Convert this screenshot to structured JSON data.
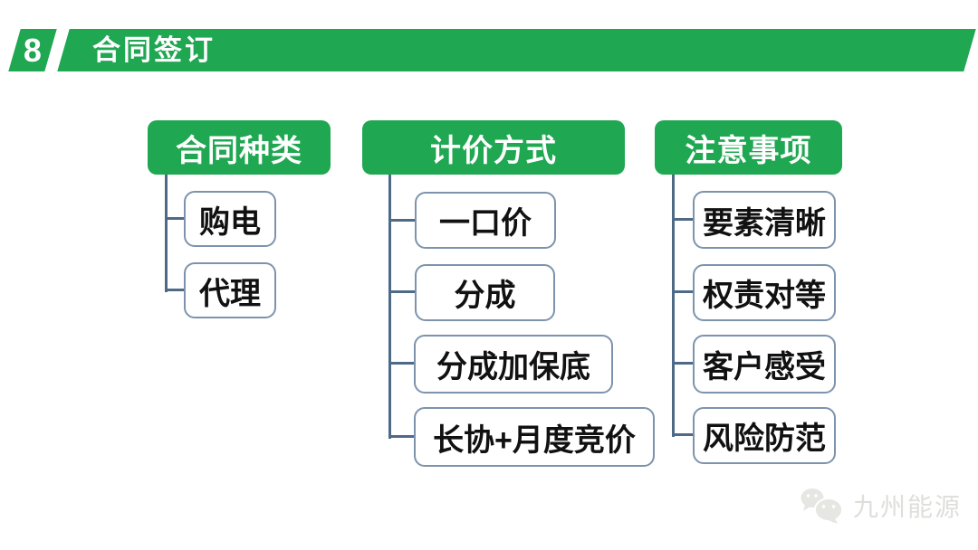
{
  "banner": {
    "number": "8",
    "title": "合同签订"
  },
  "columns": [
    {
      "header": "合同种类",
      "items": [
        {
          "label": "购电"
        },
        {
          "label": "代理"
        }
      ]
    },
    {
      "header": "计价方式",
      "items": [
        {
          "label": "一口价"
        },
        {
          "label": "分成"
        },
        {
          "label": "分成加保底"
        },
        {
          "label": "长协+月度竞价"
        }
      ]
    },
    {
      "header": "注意事项",
      "items": [
        {
          "label": "要素清晰"
        },
        {
          "label": "权责对等"
        },
        {
          "label": "客户感受"
        },
        {
          "label": "风险防范"
        }
      ]
    }
  ],
  "watermark": {
    "brand": "九州能源",
    "icon": "wechat-icon"
  },
  "colors": {
    "green": "#1FA751",
    "box-border": "#7D93AD",
    "connector": "#4E6A86",
    "leaf-text": "#111111",
    "watermark": "#DEDEDB"
  }
}
